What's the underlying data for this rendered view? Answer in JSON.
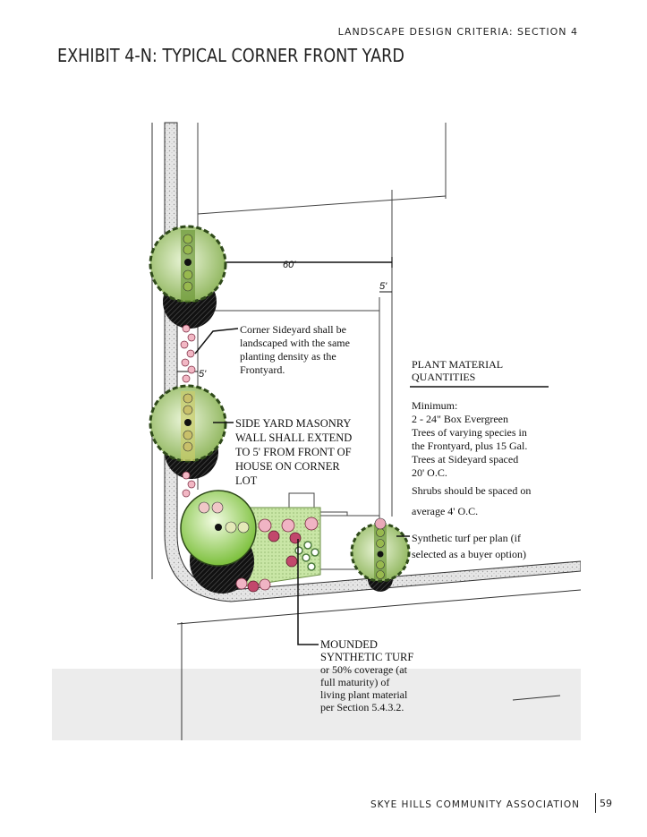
{
  "header": {
    "section": "LANDSCAPE DESIGN CRITERIA: SECTION 4"
  },
  "title": "EXHIBIT 4-N: TYPICAL CORNER FRONT YARD",
  "drawing": {
    "dimensions": {
      "lot_width": "60'",
      "setback_top": "5'",
      "setback_left": "5'",
      "setback_mid": "5'"
    },
    "callouts": {
      "corner_sideyard": [
        "Corner Sideyard shall be",
        "landscaped with the same",
        "planting density as the",
        "Frontyard."
      ],
      "masonry_wall": [
        "SIDE YARD MASONRY",
        "WALL SHALL EXTEND",
        "TO 5' FROM FRONT OF",
        "HOUSE ON CORNER",
        "LOT"
      ],
      "mounded_turf": [
        "MOUNDED",
        "SYNTHETIC TURF",
        "or 50% coverage (at",
        "full maturity) of",
        "living plant material",
        "per Section 5.4.3.2."
      ]
    },
    "plant_quantities": {
      "heading": [
        "PLANT MATERIAL",
        "QUANTITIES"
      ],
      "minimum_label": "Minimum:",
      "body": [
        "2 - 24\" Box Evergreen",
        "Trees of varying species in",
        "the Frontyard, plus 15 Gal.",
        "Trees at Sideyard spaced",
        "20' O.C."
      ],
      "shrubs": [
        "Shrubs should be spaced on",
        "average 4' O.C."
      ],
      "turf": [
        "Synthetic turf per plan (if",
        "selected as a buyer option)"
      ]
    }
  },
  "footer": {
    "organization": "SKYE HILLS COMMUNITY ASSOCIATION",
    "page_number": "59"
  },
  "colors": {
    "tree_green": "#9dbf6c",
    "shrub_pink": "#c2486c",
    "turf_green": "#c6e4a4",
    "sidewalk": "#dcdcdc"
  }
}
